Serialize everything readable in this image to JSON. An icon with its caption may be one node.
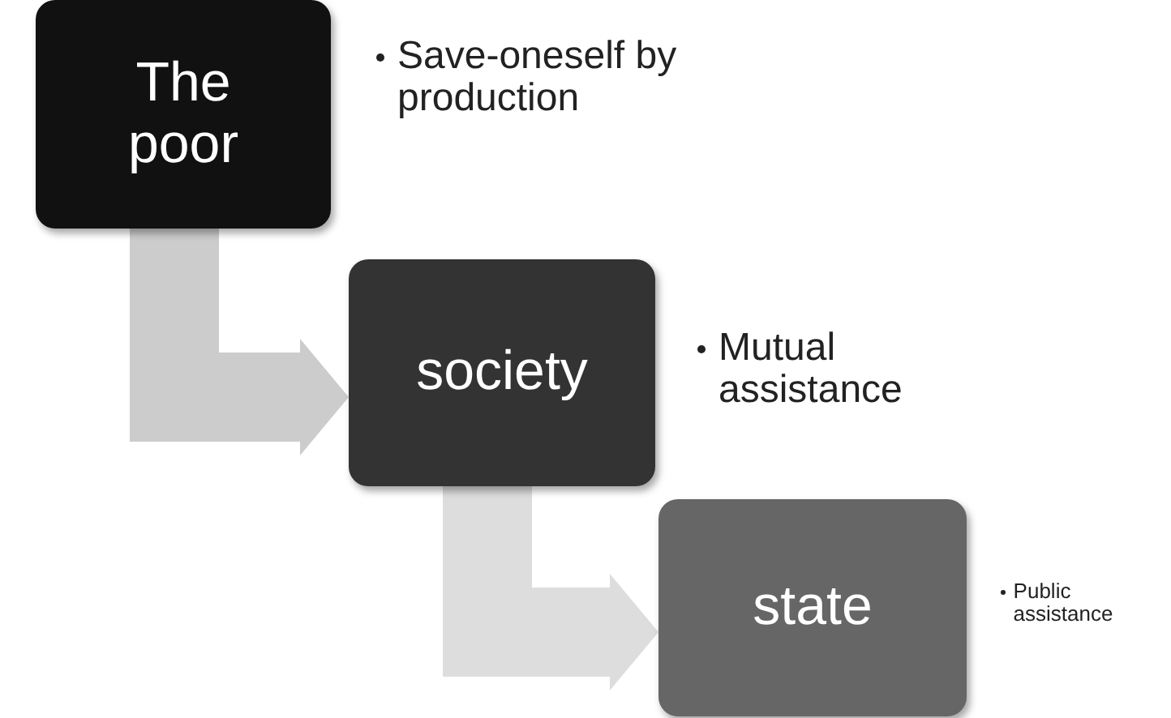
{
  "diagram": {
    "nodes": [
      {
        "text": [
          "The poor"
        ],
        "beside": [
          "Save-oneself by production"
        ]
      },
      {
        "text": [
          "society"
        ],
        "beside": [
          "Mutual assistance"
        ]
      },
      {
        "text": [
          "state"
        ],
        "beside": [
          "Public assistance"
        ]
      }
    ],
    "edges": [
      {
        "from": 0,
        "to": 1,
        "arrow": "to",
        "color": "#cccccc"
      },
      {
        "from": 1,
        "to": 2,
        "arrow": "to",
        "color": "#dddddd"
      }
    ]
  }
}
